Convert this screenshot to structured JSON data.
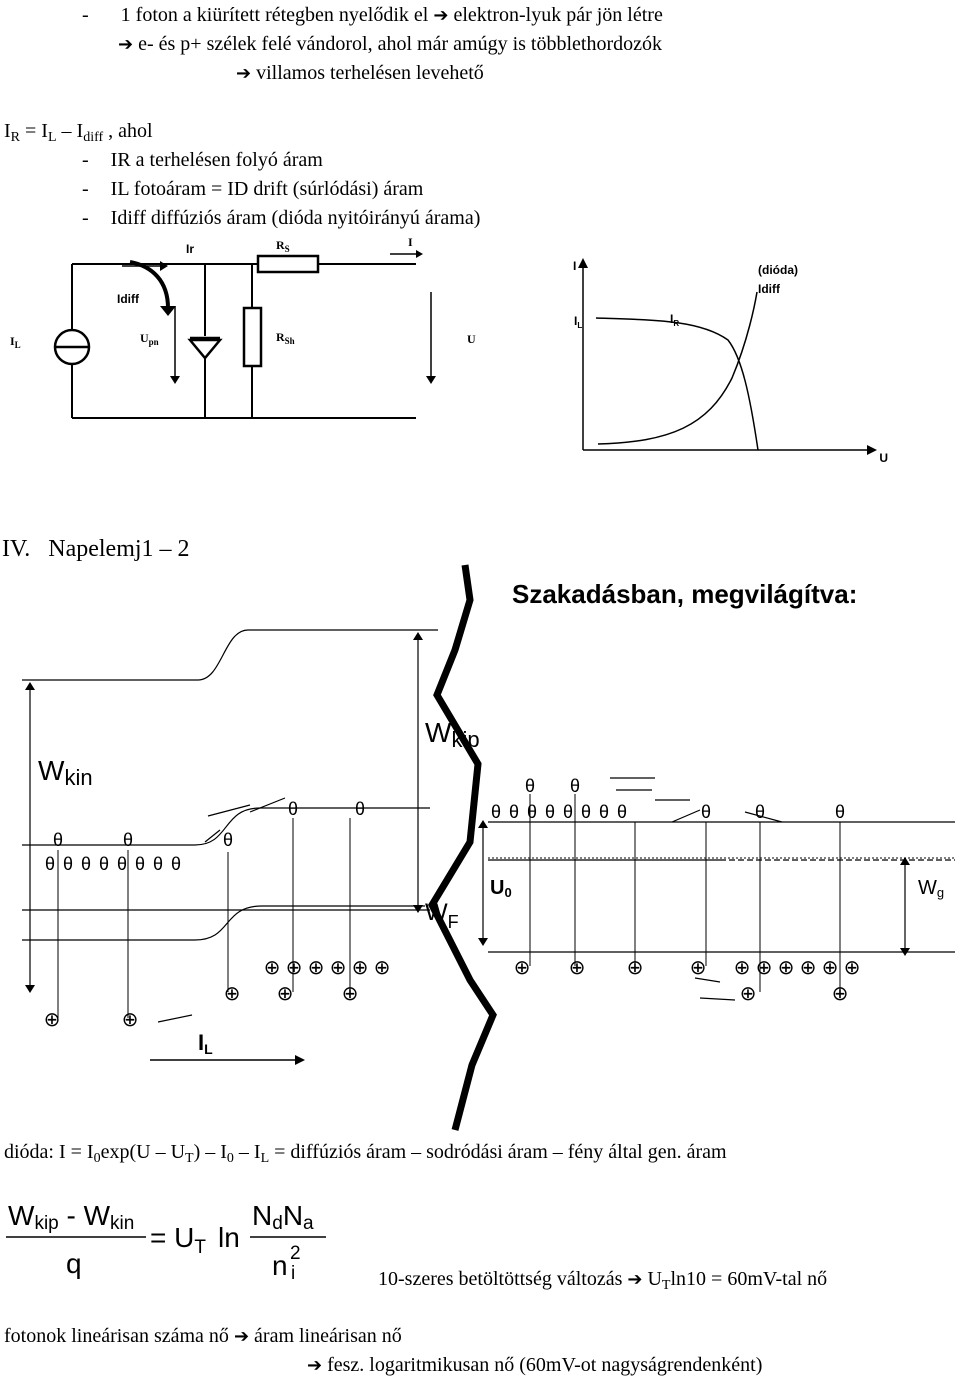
{
  "intro": {
    "line1": {
      "dash": "-",
      "a": "1 foton a kiürített rétegben nyelődik el",
      "arrow": "➔",
      "b": "elektron-lyuk pár jön létre"
    },
    "line2": {
      "arrow": "➔",
      "text": "e- és p+ szélek felé vándorol, ahol már amúgy is többlethordozók"
    },
    "line3": {
      "arrow": "➔",
      "text": "villamos terhelésen levehető"
    }
  },
  "formula1": {
    "i": "I",
    "r": "R",
    "eq": " = I",
    "l": "L",
    "dash": " – I",
    "diff": "diff",
    "tail": " , ahol"
  },
  "bullets": [
    {
      "dash": "-",
      "text": "IR a terhelésen folyó áram"
    },
    {
      "dash": "-",
      "text": "IL fotoáram = ID drift (súrlódási) áram"
    },
    {
      "dash": "-",
      "text": "Idiff diffúziós áram (dióda nyitóirányú árama)"
    }
  ],
  "circuit": {
    "Ir": "Ir",
    "Rs": "R",
    "Rs_sub": "S",
    "I": "I",
    "Idiff": "Idiff",
    "IL": "I",
    "IL_sub": "L",
    "Upn": "U",
    "Upn_sub": "pn",
    "Rsh": "R",
    "Rsh_sub": "Sh",
    "U": "U"
  },
  "iv_plot": {
    "y_label": "I",
    "x_label": "U",
    "IL_label": "I",
    "IL_sub": "L",
    "IR_label": "I",
    "IR_sub": "R",
    "diode_line1": "(dióda)",
    "diode_line2": "Idiff"
  },
  "section": {
    "title": "IV.   Napelemj1 – 2"
  },
  "band": {
    "title": "Szakadásban, megvilágítva:",
    "Wkin": "W",
    "Wkin_sub": "kin",
    "Wkip": "W",
    "Wkip_sub": "kip",
    "WF": "W",
    "WF_sub": "F",
    "U0": "U",
    "U0_sub": "0",
    "Wg": "W",
    "Wg_sub": "g",
    "IL": "I",
    "IL_sub": "L",
    "electron": "θ",
    "hole": "⊕"
  },
  "diode_eq": {
    "prefix": "dióda: I = I",
    "s0a": "0",
    "exp": "exp(U – U",
    "sT": "T",
    "mid": ") – I",
    "s0b": "0",
    "mid2": " – I",
    "sL": "L",
    "tail": " = diffúziós áram – sodródási áram – fény által gen. áram"
  },
  "fraction": {
    "num_w1": "W",
    "num_kip": "kip",
    "num_minus": " - W",
    "num_kin": "kin",
    "den": "q",
    "eq": "= U",
    "T": "T",
    "ln": "ln",
    "N1": "N",
    "d": "d",
    "N2": "N",
    "a": "a",
    "n": "n",
    "i": "i",
    "two": "2"
  },
  "note10": {
    "text": "10-szeres betöltöttség változás",
    "arrow": "➔",
    "u": "U",
    "T": "T",
    "tail": "ln10 = 60mV-tal nő"
  },
  "photons": {
    "line1": {
      "a": "fotonok lineárisan száma nő",
      "arrow": "➔",
      "b": "áram lineárisan nő"
    },
    "line2": {
      "arrow": "➔",
      "b": "fesz. logaritmikusan nő (60mV-ot nagyságrendenként)"
    }
  }
}
